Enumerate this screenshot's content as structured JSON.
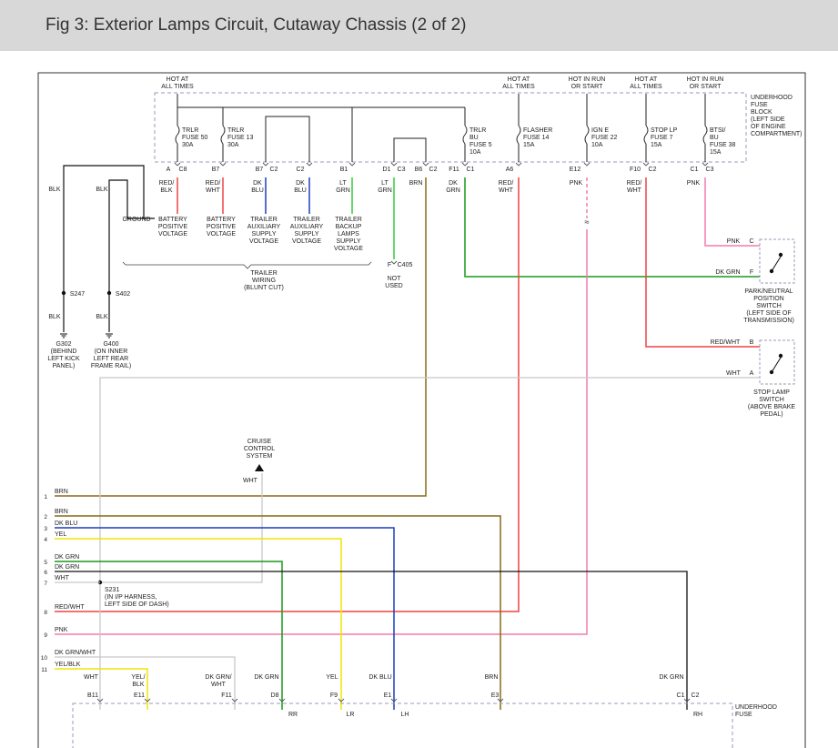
{
  "title": "Fig 3: Exterior Lamps Circuit, Cutaway Chassis (2 of 2)",
  "colors": {
    "red": "#ee4444",
    "blue": "#1a3fbf",
    "green": "#1a9a1a",
    "ltgreen": "#33cc33",
    "brown": "#8a6a1a",
    "yellow": "#f2e600",
    "pink": "#f07cb0",
    "black": "#111111",
    "white": "#c8c8c8",
    "dashbox": "#9a9ab8"
  },
  "fuse_block": {
    "label": [
      "UNDERHOOD",
      "FUSE",
      "BLOCK",
      "(LEFT SIDE",
      "OF ENGINE",
      "COMPARTMENT)"
    ],
    "hot_labels": [
      [
        "HOT AT",
        "ALL TIMES"
      ],
      [
        "HOT AT",
        "ALL TIMES"
      ],
      [
        "HOT IN RUN",
        "OR START"
      ],
      [
        "HOT AT",
        "ALL TIMES"
      ],
      [
        "HOT IN RUN",
        "OR START"
      ]
    ],
    "fuses": [
      [
        "TRLR",
        "FUSE 50",
        "30A"
      ],
      [
        "TRLR",
        "FUSE 13",
        "30A"
      ],
      [
        "TRLR",
        "BU",
        "FUSE 5",
        "10A"
      ],
      [
        "FLASHER",
        "FUSE 14",
        "15A"
      ],
      [
        "IGN E",
        "FUSE 22",
        "10A"
      ],
      [
        "STOP LP",
        "FUSE 7",
        "15A"
      ],
      [
        "BTSI/",
        "BU",
        "FUSE 38",
        "15A"
      ]
    ],
    "pins": [
      "A",
      "C8",
      "B7",
      "B7",
      "C2",
      "C2",
      "B1",
      "D1",
      "C3",
      "B6",
      "C2",
      "F11",
      "C1",
      "A6",
      "E12",
      "F10",
      "C2",
      "C1",
      "C3"
    ]
  },
  "wires_top": [
    [
      "RED/",
      "BLK"
    ],
    [
      "RED/",
      "WHT"
    ],
    [
      "DK",
      "BLU"
    ],
    [
      "DK",
      "BLU"
    ],
    [
      "LT",
      "GRN"
    ],
    [
      "LT",
      "GRN"
    ],
    [
      "BRN"
    ],
    [
      "DK",
      "GRN"
    ],
    [
      "RED/",
      "WHT"
    ],
    [
      "PNK"
    ],
    [
      "RED/",
      "WHT"
    ],
    [
      "PNK"
    ]
  ],
  "functions": [
    [
      "GROUND"
    ],
    [
      "BATTERY",
      "POSITIVE",
      "VOLTAGE"
    ],
    [
      "BATTERY",
      "POSITIVE",
      "VOLTAGE"
    ],
    [
      "TRAILER",
      "AUXILIARY",
      "SUPPLY",
      "VOLTAGE"
    ],
    [
      "TRAILER",
      "AUXILIARY",
      "SUPPLY",
      "VOLTAGE"
    ],
    [
      "TRAILER",
      "BACKUP",
      "LAMPS",
      "SUPPLY",
      "VOLTAGE"
    ]
  ],
  "trailer_wiring": [
    "TRAILER",
    "WIRING",
    "(BLUNT CUT)"
  ],
  "c405": [
    "F",
    "C405"
  ],
  "not_used": [
    "NOT",
    "USED"
  ],
  "left": {
    "blk": "BLK",
    "s247": "S247",
    "s402": "S402",
    "g302": [
      "G302",
      "(BEHIND",
      "LEFT KICK",
      "PANEL)"
    ],
    "g400": [
      "G400",
      "(ON INNER",
      "LEFT REAR",
      "FRAME RAIL)"
    ]
  },
  "park_switch": {
    "pins": [
      "PNK",
      "C",
      "DK GRN",
      "F"
    ],
    "label": [
      "PARK/NEUTRAL",
      "POSITION",
      "SWITCH",
      "(LEFT SIDE OF",
      "TRANSMISSION)"
    ]
  },
  "stop_switch": {
    "pins": [
      "RED/WHT",
      "B",
      "WHT",
      "A"
    ],
    "label": [
      "STOP LAMP",
      "SWITCH",
      "(ABOVE BRAKE",
      "PEDAL)"
    ]
  },
  "cruise": {
    "label": [
      "CRUISE",
      "CONTROL",
      "SYSTEM"
    ],
    "wire": "WHT"
  },
  "s231": {
    "id": "S231",
    "label": [
      "(IN I/P HARNESS,",
      "LEFT SIDE OF DASH)"
    ]
  },
  "buses": [
    {
      "num": "1",
      "label": "BRN"
    },
    {
      "num": "2",
      "label": "BRN"
    },
    {
      "num": "3",
      "label": "DK BLU"
    },
    {
      "num": "4",
      "label": "YEL"
    },
    {
      "num": "5",
      "label": "DK GRN"
    },
    {
      "num": "6",
      "label": "DK GRN"
    },
    {
      "num": "7",
      "label": "WHT"
    },
    {
      "num": "8",
      "label": "RED/WHT"
    },
    {
      "num": "9",
      "label": "PNK"
    },
    {
      "num": "10",
      "label": "DK GRN/WHT"
    },
    {
      "num": "11",
      "label": "YEL/BLK"
    }
  ],
  "bottom_wires": [
    [
      "WHT"
    ],
    [
      "YEL/",
      "BLK"
    ],
    [
      "DK GRN/",
      "WHT"
    ],
    [
      "DK GRN"
    ],
    [
      "YEL"
    ],
    [
      "DK BLU"
    ],
    [
      "BRN"
    ],
    [
      "DK GRN"
    ]
  ],
  "bottom_pins": [
    "B11",
    "E11",
    "F11",
    "D8",
    "F9",
    "E1",
    "E3",
    "C1",
    "C2"
  ],
  "bottom_labels": [
    "RR",
    "LR",
    "LH",
    "RH"
  ],
  "bottom_block": [
    "UNDERHOOD",
    "FUSE"
  ]
}
